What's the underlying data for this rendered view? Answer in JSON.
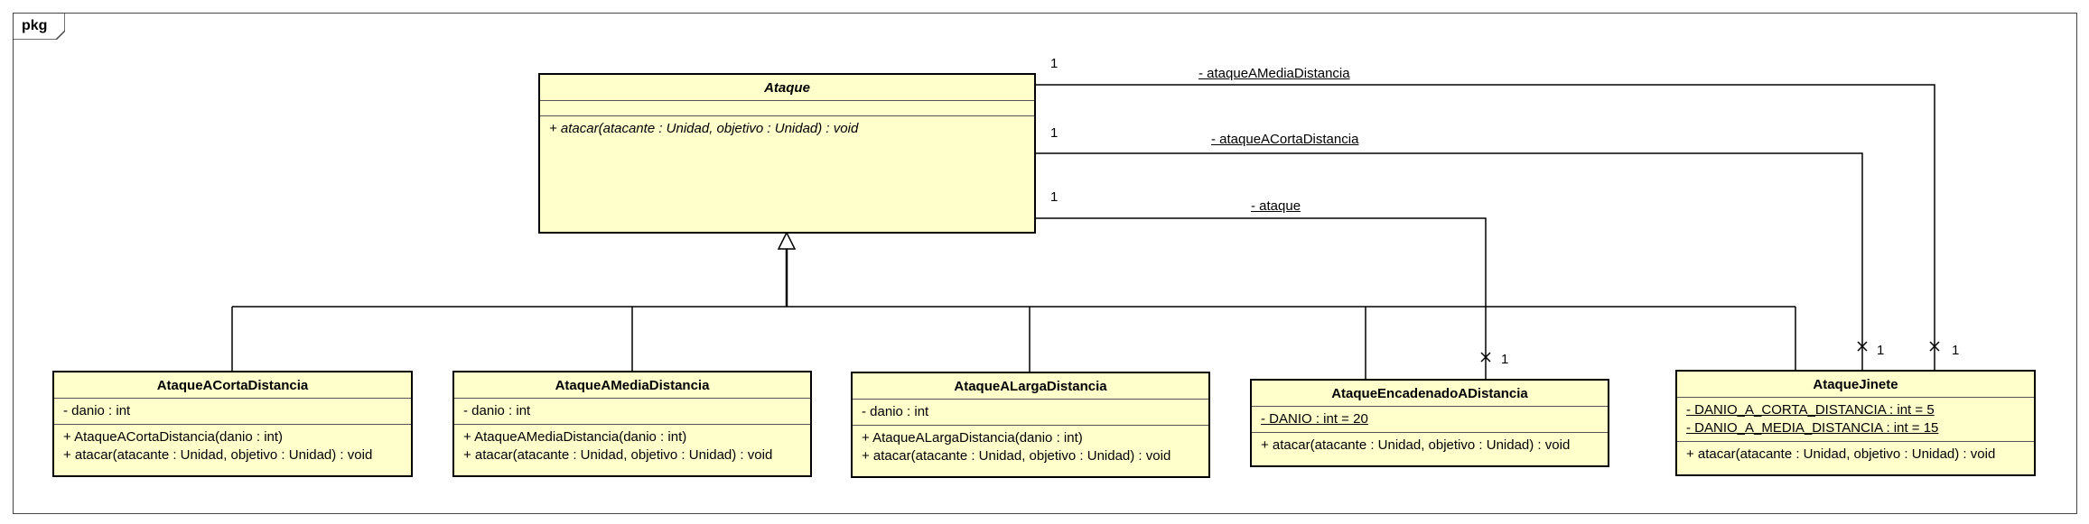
{
  "package": {
    "label": "pkg"
  },
  "classes": {
    "ataque": {
      "name": "Ataque",
      "attributes": [],
      "operations": [
        "+ atacar(atacante : Unidad, objetivo : Unidad) : void"
      ]
    },
    "corta": {
      "name": "AtaqueACortaDistancia",
      "attributes": [
        "- danio : int"
      ],
      "operations": [
        "+ AtaqueACortaDistancia(danio : int)",
        "+ atacar(atacante : Unidad, objetivo : Unidad) : void"
      ]
    },
    "media": {
      "name": "AtaqueAMediaDistancia",
      "attributes": [
        "- danio : int"
      ],
      "operations": [
        "+ AtaqueAMediaDistancia(danio : int)",
        "+ atacar(atacante : Unidad, objetivo : Unidad) : void"
      ]
    },
    "larga": {
      "name": "AtaqueALargaDistancia",
      "attributes": [
        "- danio : int"
      ],
      "operations": [
        "+ AtaqueALargaDistancia(danio : int)",
        "+ atacar(atacante : Unidad, objetivo : Unidad) : void"
      ]
    },
    "encadenado": {
      "name": "AtaqueEncadenadoADistancia",
      "attributes": [
        "- DANIO : int = 20"
      ],
      "operations": [
        "+ atacar(atacante : Unidad, objetivo : Unidad) : void"
      ]
    },
    "jinete": {
      "name": "AtaqueJinete",
      "attributes": [
        "- DANIO_A_CORTA_DISTANCIA : int = 5",
        "- DANIO_A_MEDIA_DISTANCIA : int = 15"
      ],
      "operations": [
        "+ atacar(atacante : Unidad, objetivo : Unidad) : void"
      ]
    }
  },
  "associations": {
    "media_role": "- ataqueAMediaDistancia",
    "media_mult_target": "1",
    "media_mult_source": "1",
    "corta_role": "- ataqueACortaDistancia",
    "corta_mult_target": "1",
    "corta_mult_source": "1",
    "ataque_role": "- ataque",
    "ataque_mult_target": "1",
    "ataque_mult_source": "1"
  }
}
